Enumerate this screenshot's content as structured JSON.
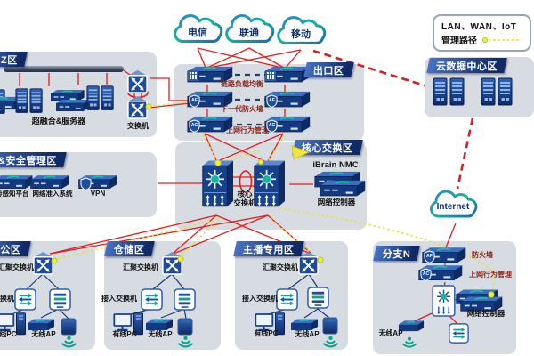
{
  "legend": {
    "line1": "LAN、WAN、IoT",
    "line2": "管理路径"
  },
  "clouds": {
    "telecom": "电信",
    "unicom": "联通",
    "mobile": "移动",
    "internet": "Internet"
  },
  "zones": {
    "dmz": {
      "title": "DMZ区",
      "servers_label": "超融合&服务器",
      "switch_label": "交换机"
    },
    "exit": {
      "title": "出口区",
      "llb_label": "链路负载均衡",
      "fw_label": "下一代防火墙",
      "iam_label": "上网行为管理",
      "fw_badge": "AF",
      "iam_badge": "AC"
    },
    "cloud_dc": {
      "title": "云数据中心区"
    },
    "core": {
      "title": "核心交换区",
      "core_switch_line1": "核心",
      "core_switch_line2": "交换机",
      "nmc_label": "iBrain NMC",
      "controller_label": "网络控制器"
    },
    "mgmt": {
      "title": "运维&安全管理区",
      "device1": "态势感知平台",
      "device2": "网络准入系统",
      "device3": "VPN"
    },
    "office": {
      "title": "办公区",
      "agg_label": "汇聚交换机",
      "access_label": "接入交换机",
      "pc_label": "有线PC",
      "ap_label": "无线AP"
    },
    "warehouse": {
      "title": "仓储区",
      "agg_label": "汇聚交换机",
      "access_label": "接入交换机",
      "pc_label": "有线PC",
      "ap_label": "无线AP"
    },
    "studio": {
      "title": "主播专用区",
      "agg_label": "汇聚交换机",
      "access_label": "接入交换机",
      "pc_label": "有线PC",
      "ap_label": "无线AP"
    },
    "branch": {
      "title": "分支N",
      "fw_label": "防火墙",
      "iam_label": "上网行为管理",
      "controller_label": "网络控制器",
      "ap_label": "无线AP",
      "fw_badge": "AF",
      "iam_badge": "AC"
    }
  },
  "colors": {
    "red_link": "#e02020",
    "wan_dashed": "#d42020",
    "management_path": "#e8e03a",
    "lan_link": "#1d3a75",
    "device_navy": "#133a80",
    "teal_accent": "#14b39a",
    "zone_bg": "#d7dbe2",
    "title_bg": "#16336e"
  }
}
